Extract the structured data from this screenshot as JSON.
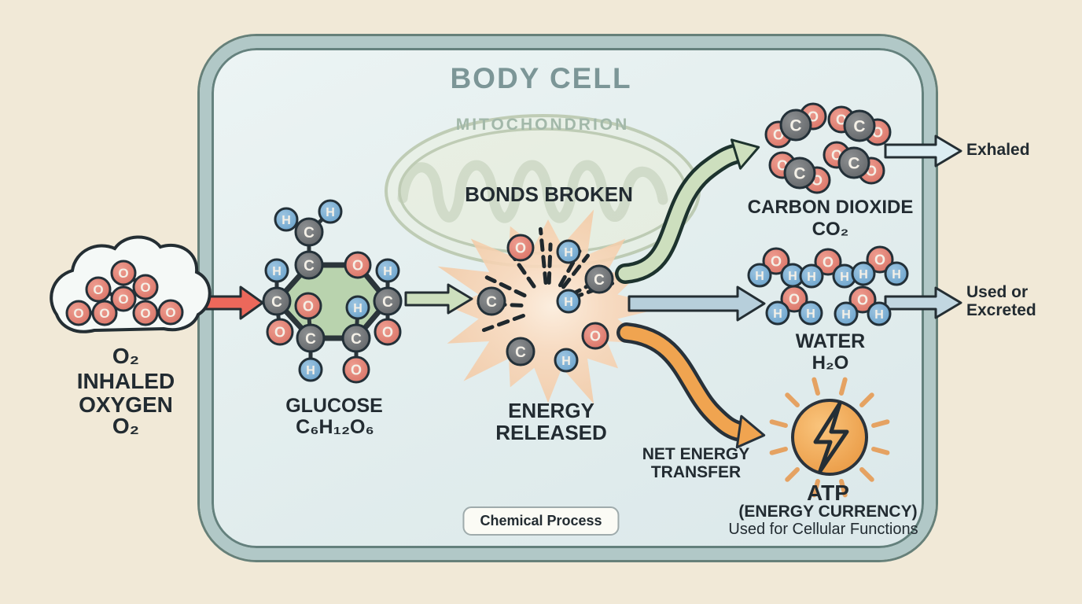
{
  "title": "BODY CELL",
  "badge_label": "Chemical Process",
  "mitochondrion": {
    "label": "MITOCHONDRION"
  },
  "oxygen": {
    "symbol": "O₂",
    "name": "INHALED OXYGEN",
    "formula": "O₂",
    "molecule_count": 4
  },
  "glucose": {
    "name": "GLUCOSE",
    "formula": "C₆H₁₂O₆"
  },
  "reaction": {
    "bonds_broken": "BONDS BROKEN",
    "energy_released": "ENERGY RELEASED",
    "net_energy": "NET ENERGY TRANSFER"
  },
  "carbon_dioxide": {
    "name": "CARBON DIOXIDE",
    "formula": "CO₂",
    "fate": "Exhaled",
    "molecule_count": 4
  },
  "water": {
    "name": "WATER",
    "formula": "H₂O",
    "fate": "Used or Excreted",
    "molecule_count": 5
  },
  "atp": {
    "name": "ATP",
    "subtitle": "(ENERGY CURRENCY)",
    "note": "Used for Cellular Functions"
  },
  "atom_symbols": {
    "O": "O",
    "C": "C",
    "H": "H"
  },
  "colors": {
    "background": "#f1e9d7",
    "cell_fill": "#e4efef",
    "cell_wall": "#b1c8c7",
    "title_text": "#7c9697",
    "mito_label_text": "#a2b8a9",
    "ink": "#222b31",
    "atom_O": "#e08175",
    "atom_C": "#77797c",
    "atom_H": "#7fb0d3",
    "atom_letter": "#f4f0e7",
    "arrow_red": "#ec685b",
    "arrow_green": "#cddfbe",
    "arrow_blue": "#b7cfdb",
    "arrow_orange": "#f0a450",
    "arrow_exhaled": "#dcedf2",
    "arrow_excreted": "#c2d7e1",
    "burst_peach": "#f6cfae",
    "atp_orange": "#f2a955",
    "glucose_ring": "#b9d3ae",
    "mitochondrion_green": "#a8b894",
    "cloud_fill": "#f5f9f7",
    "dark_stroke": "#242e33"
  }
}
